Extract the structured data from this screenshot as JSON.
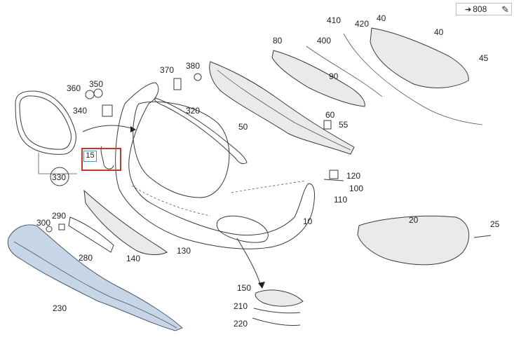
{
  "reference": {
    "arrow_icon": "arrow-right-icon",
    "value": "808",
    "edit_icon": "edit-icon"
  },
  "highlight": {
    "part": "15",
    "color": "#c0392b",
    "box_color": "#2a9fd6"
  },
  "parts": {
    "p410": "410",
    "p420": "420",
    "p40a": "40",
    "p40b": "40",
    "p45": "45",
    "p80": "80",
    "p400": "400",
    "p90": "90",
    "p370": "370",
    "p380": "380",
    "p360": "360",
    "p350": "350",
    "p340": "340",
    "p320": "320",
    "p50": "50",
    "p60": "60",
    "p55": "55",
    "p120": "120",
    "p100": "100",
    "p110": "110",
    "p330": "330",
    "p290": "290",
    "p300": "300",
    "p280": "280",
    "p140": "140",
    "p130": "130",
    "p10": "10",
    "p20": "20",
    "p25": "25",
    "p150": "150",
    "p210": "210",
    "p220": "220",
    "p230": "230"
  }
}
